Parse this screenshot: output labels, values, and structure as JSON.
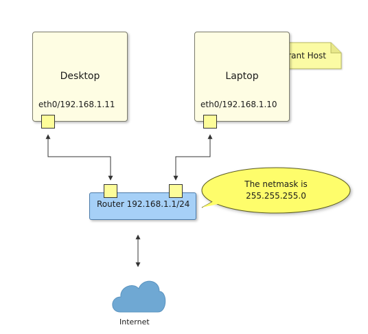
{
  "hosts": [
    {
      "name": "Desktop",
      "interface": "eth0/192.168.1.11"
    },
    {
      "name": "Laptop",
      "interface": "eth0/192.168.1.10"
    }
  ],
  "note": {
    "text": "Vagrant Host"
  },
  "router": {
    "label": "Router 192.168.1.1/24"
  },
  "callout": {
    "line1": "The netmask  is",
    "line2": "255.255.255.0"
  },
  "cloud": {
    "label": "Internet"
  },
  "colors": {
    "host_fill": "#fefde3",
    "port_fill": "#fdfd9a",
    "router_fill": "#a6d0f7",
    "callout_fill": "#fefd6b",
    "cloud_fill": "#6fa8d3",
    "note_fill": "#fbfba4"
  }
}
